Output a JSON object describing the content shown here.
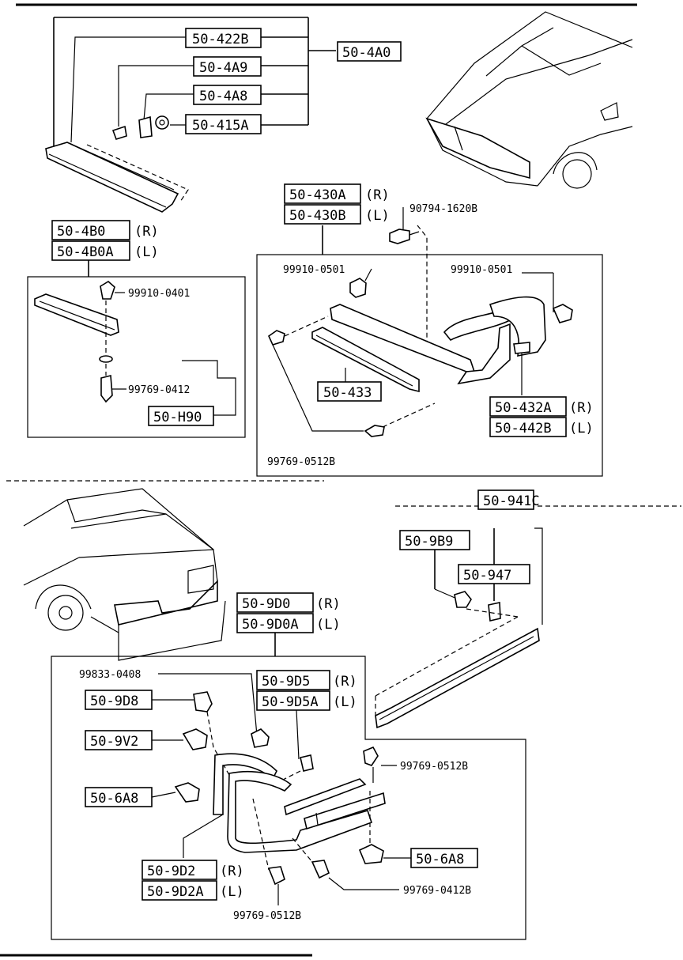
{
  "front_section": {
    "top_group": {
      "assembly": "50-4A0",
      "parts": [
        "50-422B",
        "50-4A9",
        "50-4A8",
        "50-415A"
      ]
    },
    "left_group": {
      "part_r": "50-4B0",
      "part_l": "50-4B0A",
      "side_r": "(R)",
      "side_l": "(L)",
      "clip": "99910-0401",
      "screw": "99769-0412",
      "bracket": "50-H90"
    },
    "right_group": {
      "part_r": "50-430A",
      "part_l": "50-430B",
      "side_r": "(R)",
      "side_l": "(L)",
      "bolt": "90794-1620B",
      "clip_left": "99910-0501",
      "clip_right": "99910-0501",
      "molding": "50-433",
      "corner_r": "50-432A",
      "corner_l": "50-442B",
      "corner_side_r": "(R)",
      "corner_side_l": "(L)",
      "screw": "99769-0512B"
    }
  },
  "rear_section": {
    "right_group": {
      "assembly": "50-941C",
      "nut": "50-9B9",
      "clip": "50-947"
    },
    "main_group": {
      "part_r": "50-9D0",
      "part_l": "50-9D0A",
      "side_r": "(R)",
      "side_l": "(L)",
      "screw_a": "99833-0408",
      "clip_a": "50-9D8",
      "clip_b": "50-9V2",
      "clip_c": "50-6A8",
      "clip_d": "50-6A8",
      "bracket_r": "50-9D5",
      "bracket_l": "50-9D5A",
      "bracket_side_r": "(R)",
      "bracket_side_l": "(L)",
      "screw_b": "99769-0512B",
      "corner_r": "50-9D2",
      "corner_l": "50-9D2A",
      "corner_side_r": "(R)",
      "corner_side_l": "(L)",
      "screw_c": "99769-0412B",
      "screw_d": "99769-0512B"
    }
  }
}
